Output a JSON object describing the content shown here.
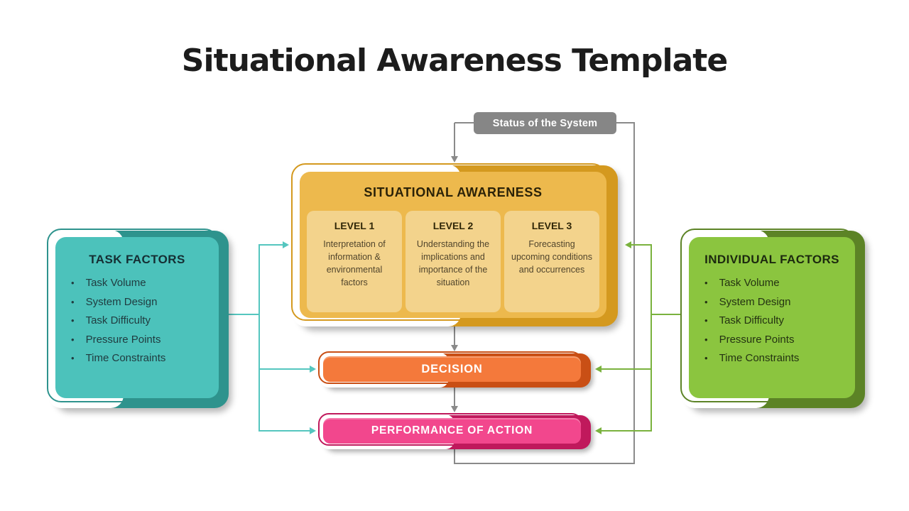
{
  "page": {
    "title": "Situational Awareness Template",
    "background": "#ffffff"
  },
  "status_badge": {
    "label": "Status of the System",
    "bg": "#868686"
  },
  "awareness": {
    "title": "SITUATIONAL AWARENESS",
    "colors": {
      "fill": "#edb94d",
      "dark": "#d4991f",
      "level_card": "#f3d38c"
    },
    "levels": [
      {
        "title": "LEVEL 1",
        "text": "Interpretation of information & environmental factors"
      },
      {
        "title": "LEVEL 2",
        "text": "Understanding the implications and importance of the situation"
      },
      {
        "title": "LEVEL 3",
        "text": "Forecasting upcoming conditions and occurrences"
      }
    ]
  },
  "task_factors": {
    "title": "TASK FACTORS",
    "bullet": "•",
    "items": [
      "Task Volume",
      "System Design",
      "Task Difficulty",
      "Pressure Points",
      "Time Constraints"
    ],
    "colors": {
      "fill": "#4cc2bb",
      "dark": "#2e938d"
    }
  },
  "individual_factors": {
    "title": "INDIVIDUAL FACTORS",
    "bullet": "•",
    "items": [
      "Task Volume",
      "System Design",
      "Task Difficulty",
      "Pressure Points",
      "Time Constraints"
    ],
    "colors": {
      "fill": "#8bc53f",
      "dark": "#5c8326"
    }
  },
  "decision": {
    "label": "DECISION",
    "colors": {
      "fill": "#f4793b",
      "dark": "#c94f15"
    }
  },
  "performance": {
    "label": "PERFORMANCE OF ACTION",
    "colors": {
      "fill": "#f2478d",
      "dark": "#c0195c"
    }
  },
  "connectors": {
    "gray": "#8a8a8a",
    "teal": "#55c6bf",
    "green": "#7ab23e"
  }
}
